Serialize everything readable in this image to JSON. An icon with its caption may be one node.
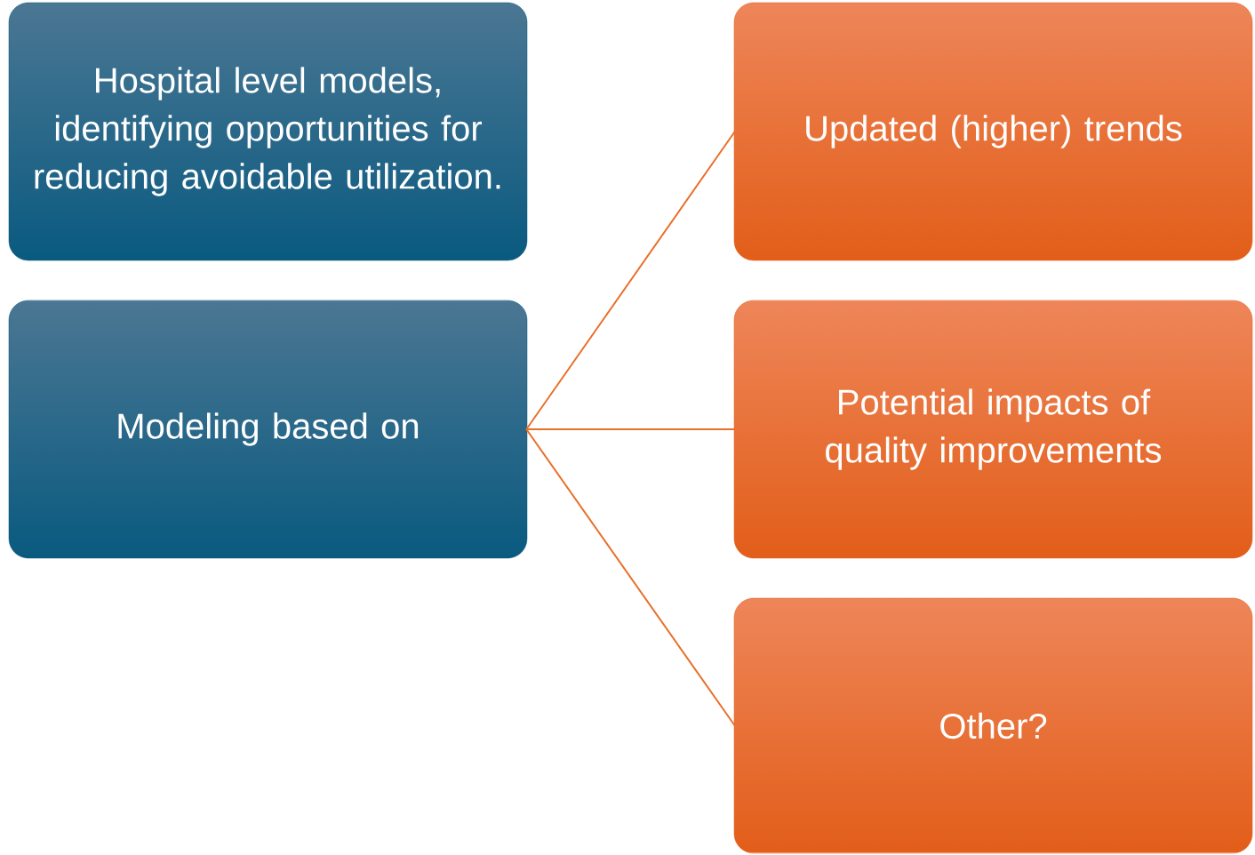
{
  "diagram": {
    "nodes": [
      {
        "text": [
          "Hospital level models, identifying opportunities for reducing avoidable utilization."
        ]
      },
      {
        "text": [
          "Modeling based on"
        ]
      },
      {
        "text": [
          "Updated (higher) trends"
        ]
      },
      {
        "text": [
          "Potential impacts of quality improvements"
        ]
      },
      {
        "text": [
          "Other?"
        ]
      }
    ],
    "edges": [
      {
        "from": 1,
        "to": 2,
        "arrow": "none"
      },
      {
        "from": 1,
        "to": 3,
        "arrow": "none"
      },
      {
        "from": 1,
        "to": 4,
        "arrow": "none"
      }
    ]
  }
}
